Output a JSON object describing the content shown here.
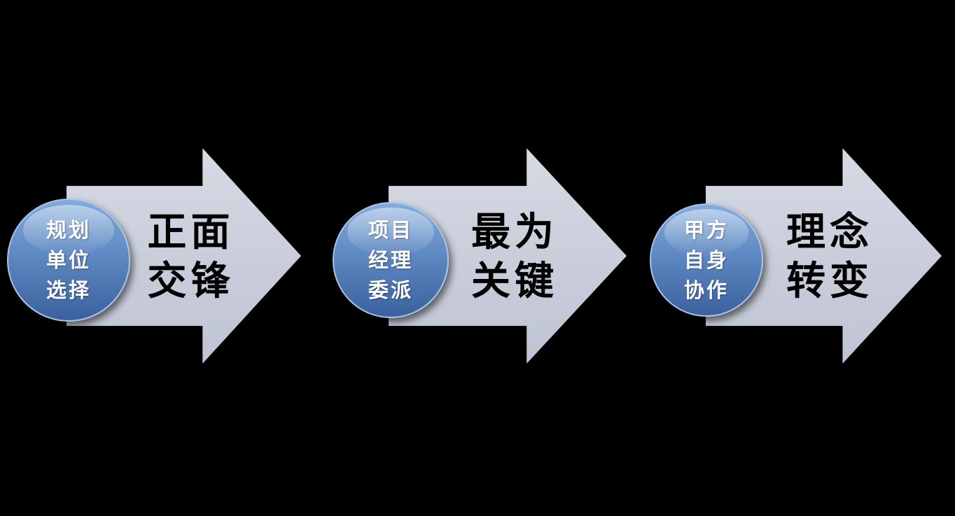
{
  "background_color": "#000000",
  "colors": {
    "arrow_fill": "#c9cdda",
    "circle_gradient_top": "#83abdb",
    "circle_gradient_bottom": "#3a619e",
    "circle_border": "#a9c4e4",
    "circle_text": "#ffffff",
    "arrow_label_text": "#000000"
  },
  "steps": [
    {
      "circle_lines": [
        "规划",
        "单位",
        "选择"
      ],
      "label_lines": [
        "正面",
        "交锋"
      ]
    },
    {
      "circle_lines": [
        "项目",
        "经理",
        "委派"
      ],
      "label_lines": [
        "最为",
        "关键"
      ]
    },
    {
      "circle_lines": [
        "甲方",
        "自身",
        "协作"
      ],
      "label_lines": [
        "理念",
        "转变"
      ]
    }
  ]
}
